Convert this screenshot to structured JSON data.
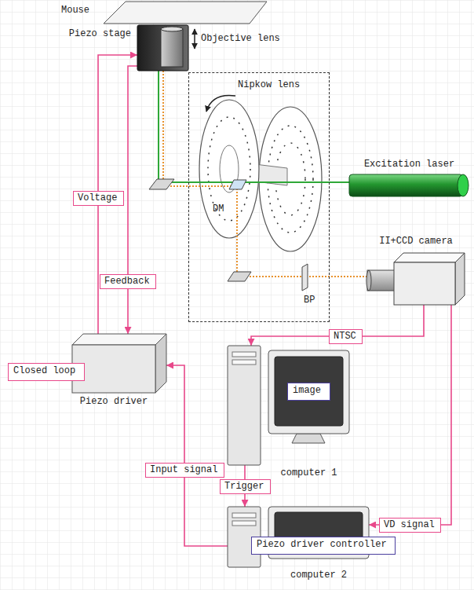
{
  "diagram": {
    "nodes": [
      {
        "text": [
          "Piezo stage"
        ]
      },
      {
        "text": [
          "Nipkow lens",
          "DM",
          "BP"
        ]
      },
      {
        "text": [
          "Excitation laser"
        ]
      },
      {
        "text": [
          "II+CCD camera"
        ]
      },
      {
        "text": [
          "Piezo driver"
        ]
      },
      {
        "text": [
          "Closed loop"
        ],
        "in": 4
      },
      {
        "text": [
          "computer 1"
        ]
      },
      {
        "text": [
          "image"
        ],
        "in": 6
      },
      {
        "text": [
          "computer 2"
        ]
      },
      {
        "text": [
          "Piezo driver controller"
        ],
        "in": 8
      }
    ],
    "edges": [
      {
        "from": 4,
        "to": 0,
        "label": "Voltage",
        "arrow": "to"
      },
      {
        "from": 0,
        "to": 4,
        "label": "Feedback",
        "arrow": "to"
      },
      {
        "from": 3,
        "to": 6,
        "label": "NTSC",
        "arrow": "to"
      },
      {
        "from": 3,
        "to": 8,
        "label": "VD signal",
        "arrow": "to"
      },
      {
        "from": 6,
        "to": 8,
        "label": "Trigger",
        "arrow": "to"
      },
      {
        "from": 8,
        "to": 4,
        "label": "Input signal",
        "arrow": "to"
      }
    ],
    "labels": [
      "Mouse",
      "Objective lens"
    ]
  }
}
